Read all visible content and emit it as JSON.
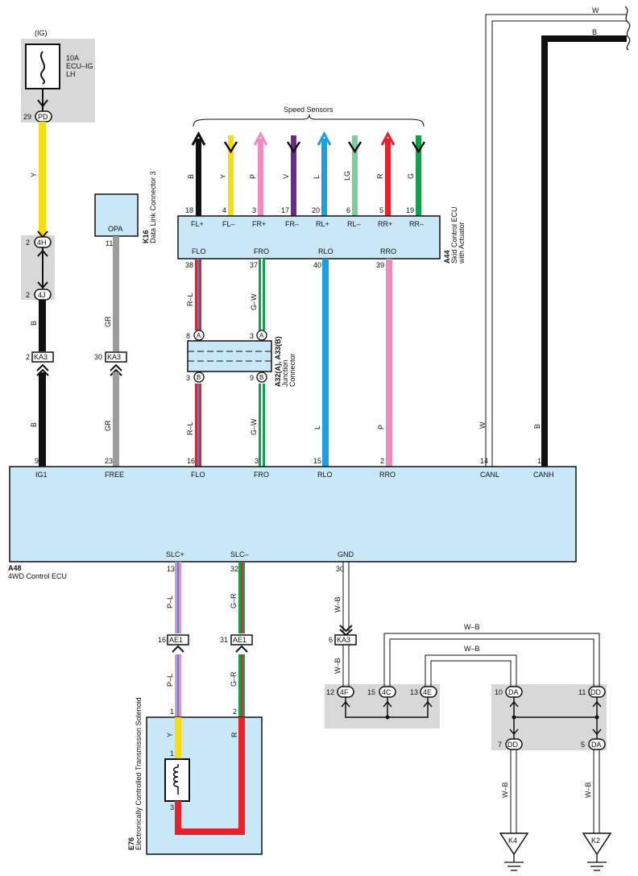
{
  "top": {
    "ig": "(IG)",
    "fuse": [
      "10A",
      "ECU–IG",
      "LH"
    ]
  },
  "pins": {
    "pd": "29",
    "h4a": "2",
    "j4a": "2",
    "ka3_ig": "2",
    "ka3_gr": "30",
    "opa": "11",
    "ig1": "9",
    "free": "23",
    "flo": "16",
    "fro": "3",
    "rlo": "15",
    "rro": "2",
    "canl": "14",
    "canh": "1",
    "a32_left_top": "8",
    "a32_right_top": "3",
    "a32_left_bot": "3",
    "a32_right_bot": "9",
    "fl_plus": "18",
    "fl_minus": "4",
    "fr_plus": "3",
    "fr_minus": "17",
    "rl_plus": "20",
    "rl_minus": "6",
    "rr_plus": "5",
    "rr_minus": "19",
    "flo_a44": "38",
    "fro_a44": "37",
    "rlo_a44": "40",
    "rro_a44": "39",
    "slc_plus": "13",
    "slc_minus": "32",
    "gnd": "30",
    "ae1_l": "16",
    "ae1_r": "31",
    "ka3_gnd": "6",
    "e76_1": "1",
    "e76_2": "2",
    "coil_1": "1",
    "coil_3": "3",
    "j4f": "12",
    "j4c": "15",
    "j4e": "13",
    "jda": "10",
    "jdd": "11",
    "jdd2": "7",
    "jda2": "5"
  },
  "connectors": {
    "pd": "PD",
    "h4": "4H",
    "j4": "4J",
    "ka3": "KA3",
    "ae1": "AE1",
    "a": "A",
    "b": "B",
    "f4": "4F",
    "c4": "4C",
    "e4": "4E",
    "da": "DA",
    "dd": "DD"
  },
  "colors": {
    "y": "Y",
    "b": "B",
    "gr": "GR",
    "rl": "R–L",
    "gw": "G–W",
    "l": "L",
    "p": "P",
    "w": "W",
    "pl": "P–L",
    "gr2": "G–R",
    "wb": "W–B",
    "r": "R",
    "v": "V",
    "lg": "LG",
    "g": "G"
  },
  "speed_sensors": "Speed Sensors",
  "a44": {
    "id": "A44",
    "name1": "Skid Control ECU",
    "name2": "with Actuator",
    "top_labels": [
      "FL+",
      "FL–",
      "FR+",
      "FR–",
      "RL+",
      "RL–",
      "RR+",
      "RR–"
    ],
    "bottom_labels": [
      "FLO",
      "FRO",
      "RLO",
      "RRO"
    ]
  },
  "k16": {
    "id": "K16",
    "name": "Data Link Connector 3",
    "pin": "OPA"
  },
  "a32": {
    "id": "A32(A), A33(B)",
    "name1": "Junction",
    "name2": "Connector"
  },
  "a48": {
    "id": "A48",
    "name": "4WD Control ECU",
    "top_labels": [
      "IG1",
      "FREE",
      "FLO",
      "FRO",
      "RLO",
      "RRO",
      "CANL",
      "CANH"
    ],
    "bottom_labels": [
      "SLC+",
      "SLC–",
      "GND"
    ]
  },
  "e76": {
    "id": "E76",
    "name": "Electronically Controlled Transmission Solenoid"
  },
  "grounds": {
    "k4": "K4",
    "k2": "K2"
  },
  "wire_colors_hex": {
    "black": "#111111",
    "yellow": "#f7dc0e",
    "gray": "#9c9c9c",
    "pink": "#f08bbd",
    "purple": "#6a2a8c",
    "blue": "#1aa0e0",
    "lightgreen": "#7ccf9c",
    "red": "#e8202a",
    "green": "#12a14b",
    "ecu_fill": "#c8e8f8",
    "gray_bg": "#d8d8d8"
  }
}
